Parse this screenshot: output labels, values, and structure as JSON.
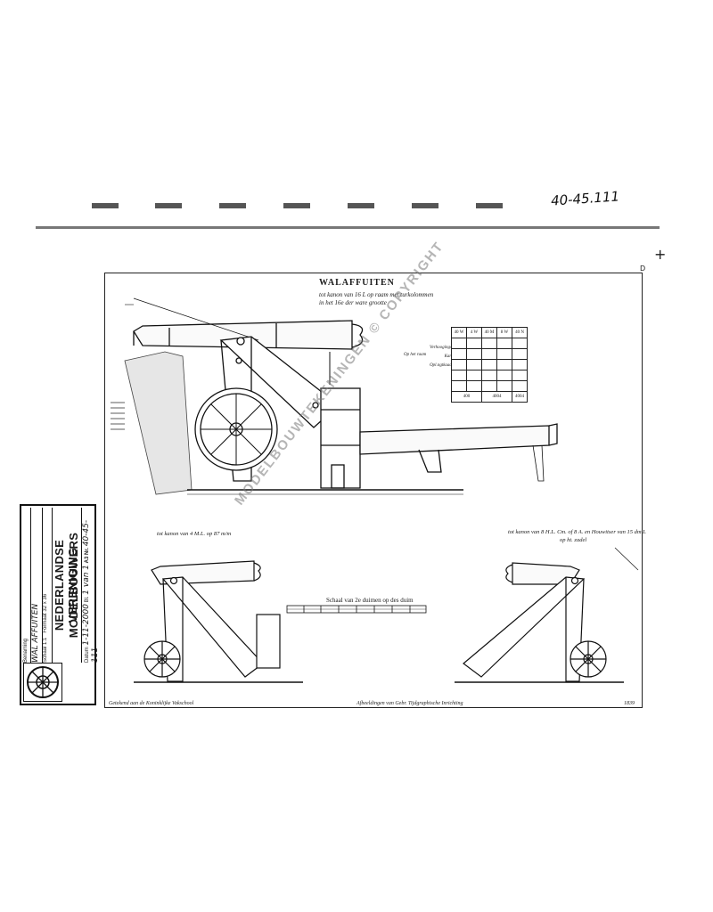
{
  "handnote": "40-45.111",
  "plus": "+",
  "corner_mark": "D",
  "drawing": {
    "title": "WALAFFUITEN",
    "subtitle_1": "tot kanon van 16 L op raam met turkolommen",
    "subtitle_2": "in het 16e der ware grootte",
    "caption_left": "tot kanon van 4 M.L. op 87 m/m",
    "caption_right_1": "tot kanon van 8 H.L. Cm. of 8 A. en Houwitser van 15 dm L",
    "caption_right_2": "op ht. zadel",
    "scale_label": "Schaal van 2e duimen op des duim",
    "footer_left": "Getekend aan de Koninklijke Vakschool",
    "footer_mid": "Afbeeldingen van Gebr. Tijdgraphische Inrichting",
    "footer_right": "1839",
    "table": {
      "headers": [
        "40 W",
        "4 W",
        "40 M",
        "8 W",
        "40 N"
      ],
      "row_labels": [
        "Verhoogings",
        "Kan",
        "Opl.ngtkaad"
      ],
      "row_group": "Op het raam",
      "totals": [
        "400",
        "4004",
        "4004"
      ]
    }
  },
  "stamp": {
    "section_label": "Benaming",
    "name_hand": "WAL AFFUITEN",
    "scale_label": "Schaal",
    "scale_value": "1:1",
    "format_label": "Formaat",
    "format_value": "32 x 36",
    "org_line_1": "NEDERLANDSE VERENIGING",
    "org_line_2": "MODELBOUWERS",
    "date_label": "Datum",
    "date_value": "1-11-2000",
    "sheet_label": "Bl.",
    "sheet_value": "1 van 1",
    "size_label": "A",
    "size_value": "3",
    "number_label": "Nr.",
    "number_value": "40-45-111"
  },
  "watermark": "MODELBOUWTEKENINGEN © COPYRIGHT"
}
